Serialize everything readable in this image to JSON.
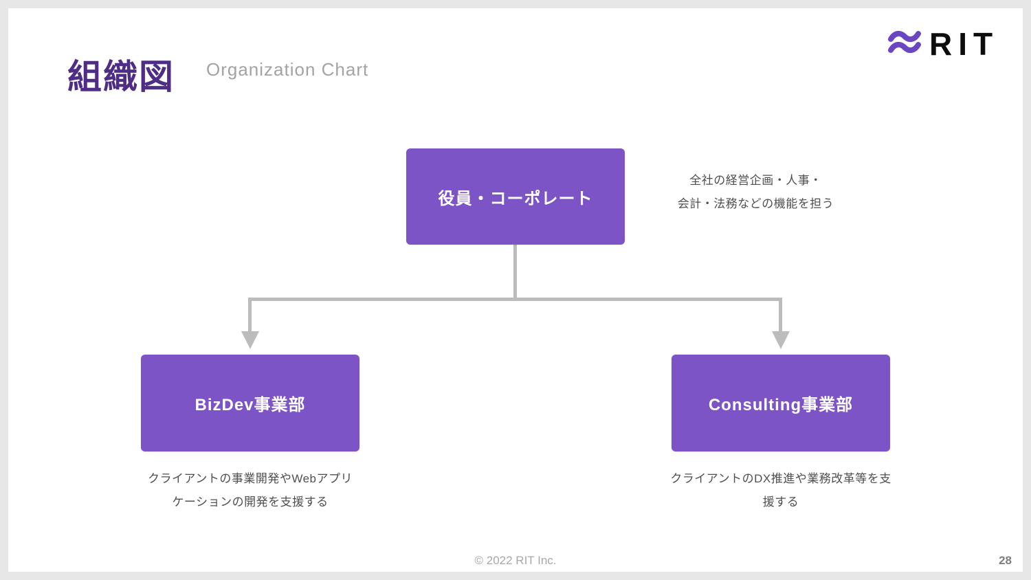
{
  "slide": {
    "title_jp": "組織図",
    "title_en": "Organization Chart",
    "logo_text": "RIT",
    "footer": "© 2022 RIT Inc.",
    "page_number": "28"
  },
  "chart": {
    "type": "org-chart",
    "root": {
      "label": "役員・コーポレート",
      "note": [
        "全社の経営企画・人事・",
        "会計・法務などの機能を担う"
      ]
    },
    "children": [
      {
        "label": "BizDev事業部",
        "desc": [
          "クライアントの事業開発やWebアプリ",
          "ケーションの開発を支援する"
        ]
      },
      {
        "label": "Consulting事業部",
        "desc": [
          "クライアントのDX推進や業務改革等を支",
          "援する"
        ]
      }
    ]
  },
  "colors": {
    "accent": "#7C54C6",
    "title": "#4F2D87",
    "connector": "#BCBCBC",
    "logo_icon": "#6B46C1"
  }
}
